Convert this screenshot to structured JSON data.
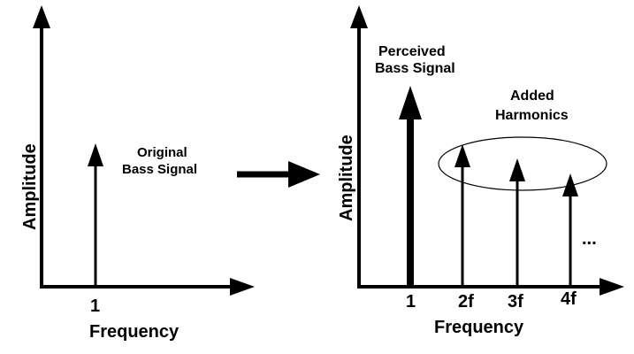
{
  "left_panel": {
    "y_axis_label": "Amplitude",
    "x_axis_label": "Frequency",
    "tick_label": "1",
    "annotation_line1": "Original",
    "annotation_line2": "Bass Signal"
  },
  "right_panel": {
    "y_axis_label": "Amplitude",
    "x_axis_label": "Frequency",
    "tick_labels": [
      "1",
      "2f",
      "3f",
      "4f"
    ],
    "perceived_line1": "Perceived",
    "perceived_line2": "Bass Signal",
    "added_line1": "Added",
    "added_line2": "Harmonics",
    "continuation": "..."
  },
  "colors": {
    "stroke": "#000000",
    "background": "#ffffff"
  }
}
